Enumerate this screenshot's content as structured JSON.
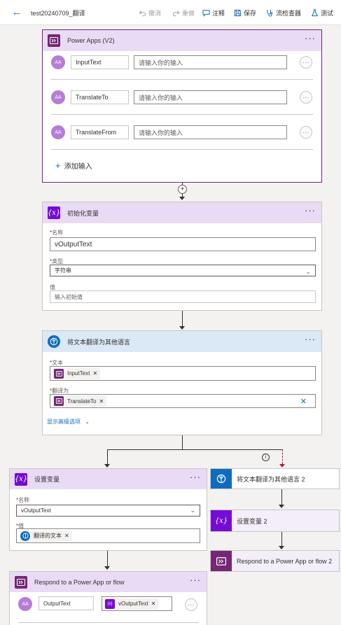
{
  "toolbar": {
    "title": "test20240709_翻译",
    "undo": "撤消",
    "redo": "重做",
    "comment": "注释",
    "save": "保存",
    "checker": "流检查器",
    "test": "测试"
  },
  "power_apps": {
    "title": "Power Apps (V2)",
    "rows": [
      {
        "avatar": "AA",
        "name": "InputText",
        "placeholder": "请输入你的输入"
      },
      {
        "avatar": "AA",
        "name": "TranslateTo",
        "placeholder": "请输入你的输入"
      },
      {
        "avatar": "AA",
        "name": "TranslateFrom",
        "placeholder": "请输入你的输入"
      }
    ],
    "add_input": "添加输入"
  },
  "init_var": {
    "title": "初始化变量",
    "name_label": "名称",
    "name_value": "vOutputText",
    "type_label": "类型",
    "type_value": "字符串",
    "value_label": "值",
    "value_placeholder": "输入初始值"
  },
  "translate": {
    "title": "将文本翻译为其他语言",
    "text_label": "文本",
    "text_token": "InputText",
    "to_label": "翻译为",
    "to_token": "TranslateTo",
    "advanced": "显示高级选项"
  },
  "set_var": {
    "title": "设置变量",
    "name_label": "名称",
    "name_value": "vOutputText",
    "value_label": "值",
    "value_token": "翻译的文本"
  },
  "branch2": {
    "translate2": "将文本翻译为其他语言 2",
    "setvar2": "设置变量 2",
    "respond2": "Respond to a Power App or flow 2"
  },
  "respond": {
    "title": "Respond to a Power App or flow",
    "avatar": "AA",
    "out_name": "OutputText",
    "out_token": "vOutputText"
  },
  "icons": {
    "var_glyph": "{x}",
    "info_glyph": "i",
    "add_glyph": "+",
    "more_glyph": "···"
  }
}
